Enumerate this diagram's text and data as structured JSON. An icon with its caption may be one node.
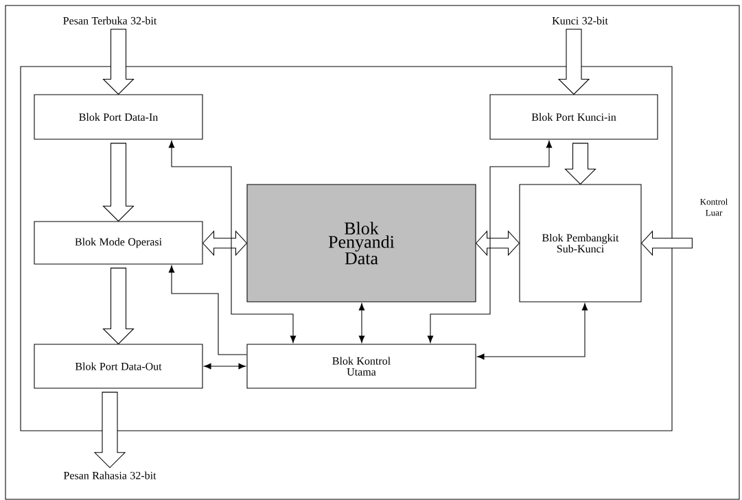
{
  "diagram": {
    "nodes": [
      {
        "text": [],
        "shape": "box"
      },
      {
        "text": [
          "Pesan Terbuka 32-bit"
        ]
      },
      {
        "text": [
          "Kunci 32-bit"
        ]
      },
      {
        "text": [
          "Blok Port Data-In"
        ],
        "in": 0
      },
      {
        "text": [
          "Blok Port Kunci-in"
        ],
        "in": 0
      },
      {
        "text": [
          "Blok Mode Operasi"
        ],
        "in": 0
      },
      {
        "text": [
          "Blok Penyandi Data"
        ],
        "in": 0
      },
      {
        "text": [
          "Blok Pembangkit Sub-Kunci"
        ],
        "in": 0
      },
      {
        "text": [
          "Kontrol Luar"
        ]
      },
      {
        "text": [
          "Blok Port Data-Out"
        ],
        "in": 0
      },
      {
        "text": [
          "Blok Kontrol Utama"
        ],
        "in": 0
      },
      {
        "text": [
          "Pesan Rahasia 32-bit"
        ]
      }
    ],
    "edges": [
      {
        "from": 1,
        "to": 3,
        "arrow": "to",
        "style": "thick"
      },
      {
        "from": 2,
        "to": 4,
        "arrow": "to",
        "style": "thick"
      },
      {
        "from": 3,
        "to": 5,
        "arrow": "to",
        "style": "thick"
      },
      {
        "from": 5,
        "to": 9,
        "arrow": "to",
        "style": "thick"
      },
      {
        "from": 9,
        "to": 11,
        "arrow": "to",
        "style": "thick"
      },
      {
        "from": 4,
        "to": 7,
        "arrow": "to",
        "style": "thick"
      },
      {
        "from": 5,
        "to": 6,
        "arrow": "both",
        "style": "thick"
      },
      {
        "from": 6,
        "to": 7,
        "arrow": "both",
        "style": "thick"
      },
      {
        "from": 8,
        "to": 7,
        "arrow": "to",
        "style": "thick"
      },
      {
        "from": 10,
        "to": 3,
        "arrow": "both"
      },
      {
        "from": 10,
        "to": 5,
        "arrow": "to"
      },
      {
        "from": 10,
        "to": 6,
        "arrow": "both"
      },
      {
        "from": 4,
        "to": 10,
        "arrow": "both"
      },
      {
        "from": 9,
        "to": 10,
        "arrow": "both"
      },
      {
        "from": 10,
        "to": 7,
        "arrow": "both"
      }
    ]
  }
}
